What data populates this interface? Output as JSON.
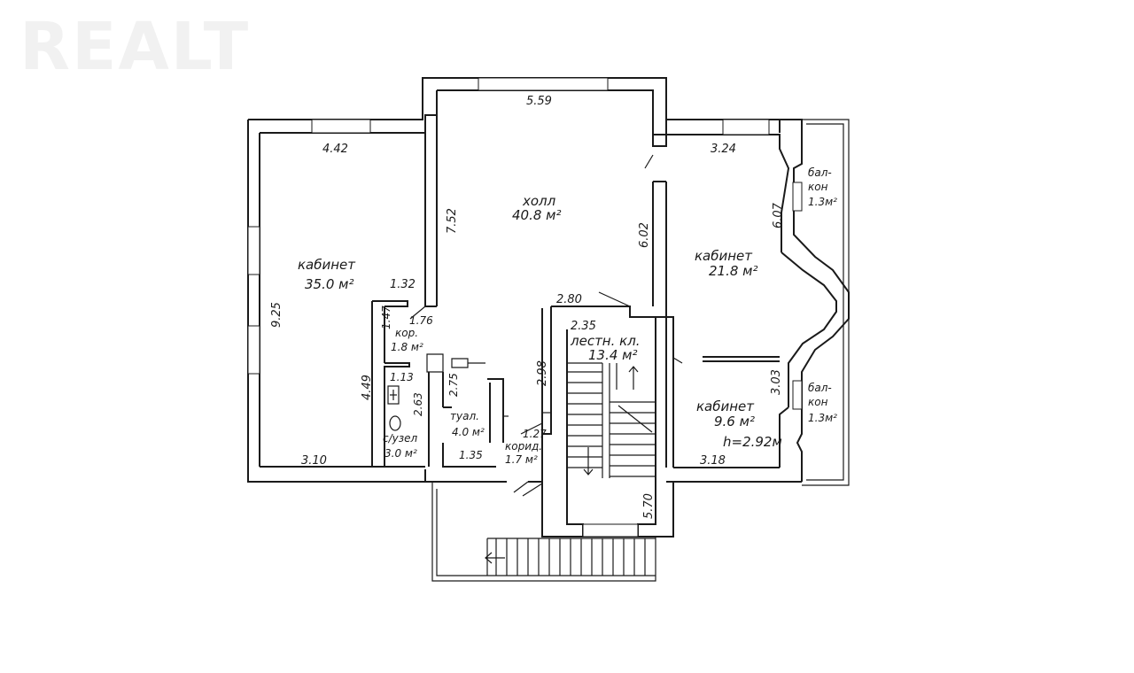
{
  "watermark": {
    "text": "REALT"
  },
  "rooms": {
    "cabinet_left": {
      "name": "кабинет",
      "area": "35.0 м²"
    },
    "hall": {
      "name": "холл",
      "area": "40.8 м²"
    },
    "cabinet_right": {
      "name": "кабинет",
      "area": "21.8 м²"
    },
    "corridor_small": {
      "name": "кор.",
      "area": "1.8 м²"
    },
    "bathroom": {
      "name": "с/узел",
      "area": "3.0 м²"
    },
    "toilet": {
      "name": "туал.",
      "area": "4.0 м²"
    },
    "corridor": {
      "name": "корид.",
      "area": "1.7 м²"
    },
    "stairwell": {
      "name": "лестн. кл.",
      "area": "13.4 м²"
    },
    "cabinet_small": {
      "name": "кабинет",
      "area": "9.6 м²",
      "height": "h=2.92м"
    },
    "balcony_top": {
      "name1": "бал-",
      "name2": "кон",
      "area": "1.3м²"
    },
    "balcony_bottom": {
      "name1": "бал-",
      "name2": "кон",
      "area": "1.3м²"
    }
  },
  "dimensions": {
    "d_4_42": "4.42",
    "d_5_59": "5.59",
    "d_3_24": "3.24",
    "d_7_52": "7.52",
    "d_6_02": "6.02",
    "d_6_07": "6.07",
    "d_9_25": "9.25",
    "d_1_32": "1.32",
    "d_1_76": "1.76",
    "d_1_47": "1.47",
    "d_2_80": "2.80",
    "d_2_35": "2.35",
    "d_4_49": "4.49",
    "d_1_13": "1.13",
    "d_2_63": "2.63",
    "d_2_75": "2.75",
    "d_2_98": "2.98",
    "d_3_03": "3.03",
    "d_1_27": "1.27",
    "d_3_10": "3.10",
    "d_1_35": "1.35",
    "d_3_18": "3.18",
    "d_5_70": "5.70"
  }
}
